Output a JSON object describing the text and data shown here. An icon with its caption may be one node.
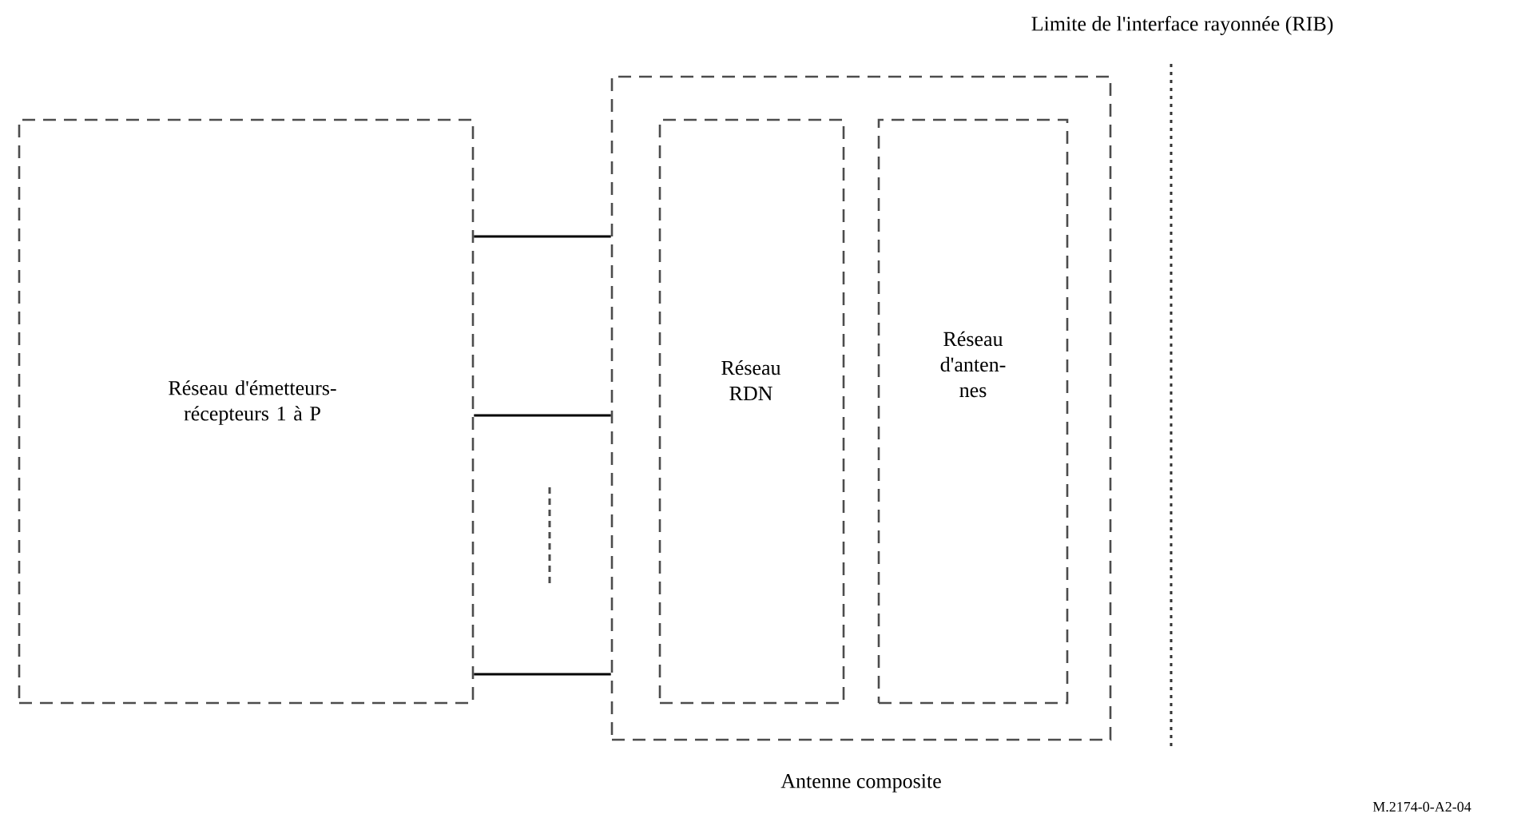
{
  "diagram": {
    "nodes": [
      {
        "text": [
          "Réseau d'émetteurs-récepteurs 1 à P"
        ]
      },
      {
        "text": [],
        "shape": "box",
        "beside": [
          "Antenne composite"
        ]
      },
      {
        "text": [
          "Réseau RDN"
        ],
        "in": 1
      },
      {
        "text": [
          "Réseau d'anten- nes"
        ],
        "in": 1
      }
    ],
    "edges": [
      {
        "from": 0,
        "to": 1,
        "arrow": "none"
      },
      {
        "from": 0,
        "to": 1,
        "arrow": "none"
      },
      {
        "from": 0,
        "to": 1,
        "arrow": "none"
      }
    ],
    "labels": [
      "Limite de l'interface rayonnée (RIB)",
      "M.2174-0-A2-04"
    ]
  }
}
